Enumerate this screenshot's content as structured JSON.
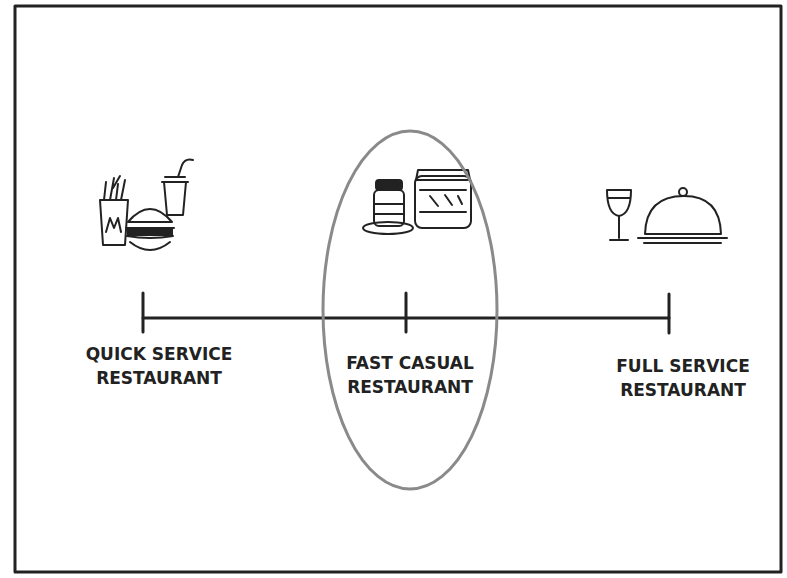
{
  "diagram": {
    "nodes": [
      {
        "text": [
          "FAST CASUAL RESTAURANT"
        ]
      }
    ],
    "labels": [
      "QUICK SERVICE RESTAURANT",
      "FULL SERVICE RESTAURANT"
    ]
  }
}
